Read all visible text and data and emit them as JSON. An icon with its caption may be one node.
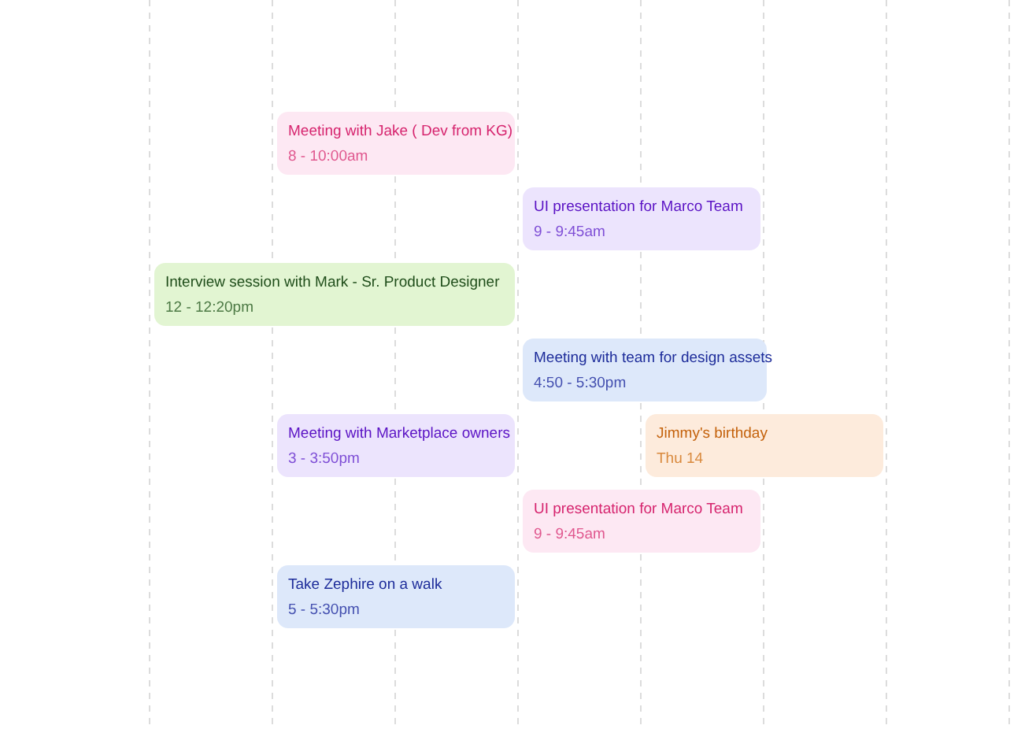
{
  "diagram": {
    "nodes": [
      {
        "text": [
          "Meeting with Jake ( Dev from KG)",
          "8 - 10:00am"
        ]
      },
      {
        "text": [
          "UI presentation for Marco Team",
          "9 - 9:45am"
        ]
      },
      {
        "text": [
          "Interview session with Mark - Sr. Product Designer",
          "12 - 12:20pm"
        ]
      },
      {
        "text": [
          "Meeting with team for design assets",
          "4:50 - 5:30pm"
        ]
      },
      {
        "text": [
          "Meeting with Marketplace owners",
          "3 - 3:50pm"
        ]
      },
      {
        "text": [
          "Jimmy's birthday",
          "Thu 14"
        ]
      },
      {
        "text": [
          "UI presentation for Marco Team",
          "9 - 9:45am"
        ]
      },
      {
        "text": [
          "Take Zephire on a walk",
          "5 - 5:30pm"
        ]
      }
    ]
  }
}
